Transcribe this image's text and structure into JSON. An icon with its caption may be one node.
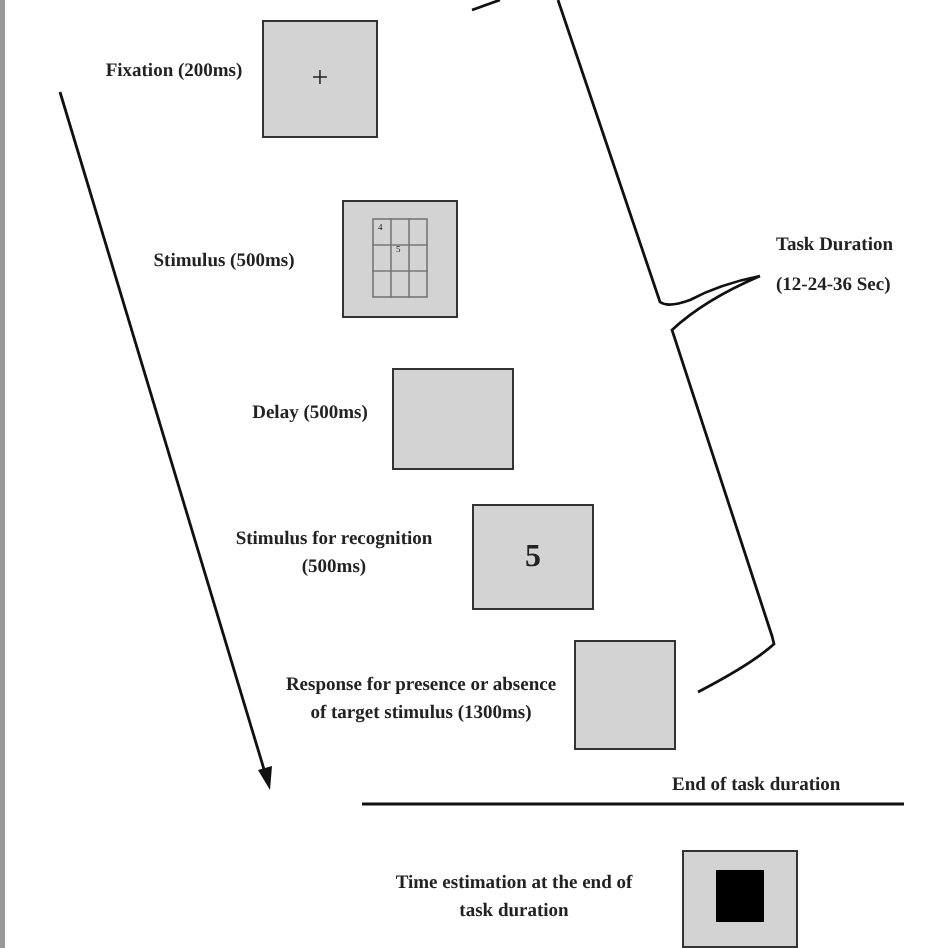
{
  "diagram": {
    "nodes": [
      {
        "text": [
          "+"
        ],
        "beside": [
          "Fixation (200ms)"
        ]
      },
      {
        "text": [
          "4",
          "5"
        ],
        "beside": [
          "Stimulus (500ms)"
        ]
      },
      {
        "text": [],
        "shape": "box",
        "beside": [
          "Delay (500ms)"
        ]
      },
      {
        "text": [
          "5"
        ],
        "beside": [
          "Stimulus for recognition (500ms)"
        ]
      },
      {
        "text": [],
        "shape": "box",
        "beside": [
          "Response for presence or absence of target stimulus (1300ms)"
        ]
      },
      {
        "text": [],
        "shape": "box",
        "beside": [
          "Time estimation at the end of task duration"
        ]
      }
    ],
    "edges": [],
    "labels": [
      "Task Duration",
      "(12-24-36 Sec)",
      "End of task duration"
    ]
  }
}
